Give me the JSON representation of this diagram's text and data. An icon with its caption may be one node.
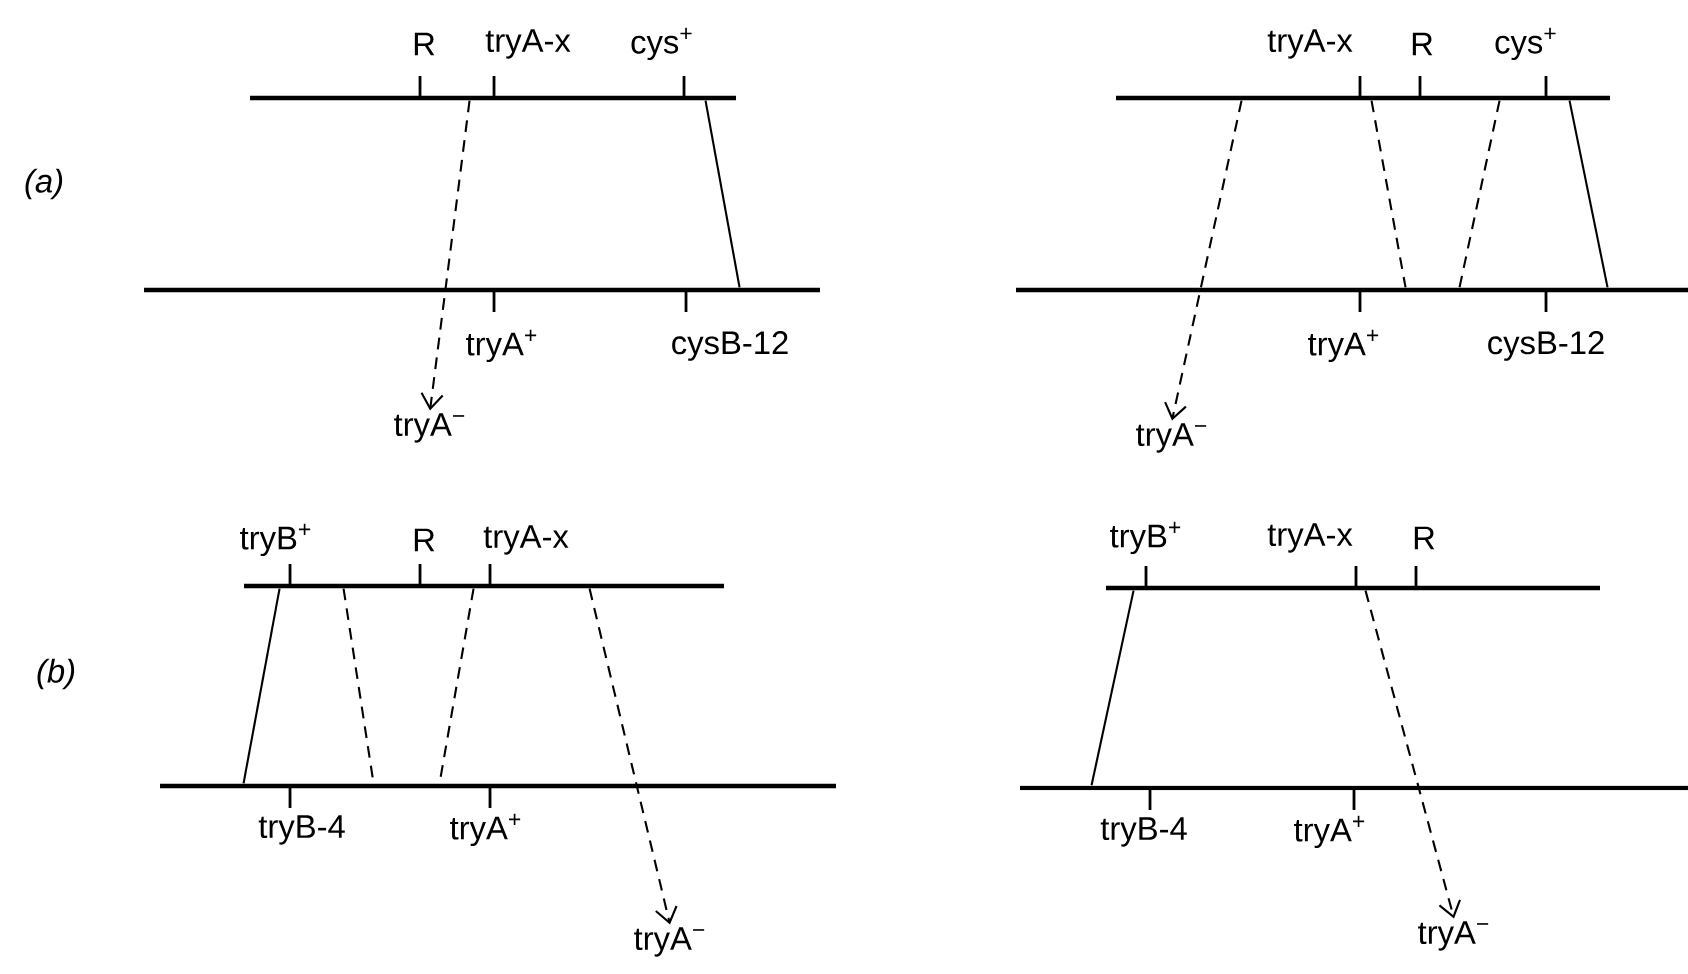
{
  "diagram": {
    "nodes": [
      {
        "text": [],
        "shape": "bar",
        "beside": [
          "R",
          "tryA-x",
          "cys$^{+}$"
        ]
      },
      {
        "text": [],
        "shape": "bar",
        "beside": [
          "tryA$^{+}$",
          "cysB-12"
        ]
      },
      {
        "text": [
          "tryA$^{−}$"
        ]
      },
      {
        "text": [],
        "shape": "bar",
        "beside": [
          "tryA-x",
          "R",
          "cys$^{+}$"
        ]
      },
      {
        "text": [],
        "shape": "bar",
        "beside": [
          "tryA$^{+}$",
          "cysB-12"
        ]
      },
      {
        "text": [
          "tryA$^{−}$"
        ]
      },
      {
        "text": [],
        "shape": "bar",
        "beside": [
          "tryB$^{+}$",
          "R",
          "tryA-x"
        ]
      },
      {
        "text": [],
        "shape": "bar",
        "beside": [
          "tryB-4",
          "tryA$^{+}$"
        ]
      },
      {
        "text": [
          "tryA$^{−}$"
        ]
      },
      {
        "text": [],
        "shape": "bar",
        "beside": [
          "tryB$^{+}$",
          "tryA-x",
          "R"
        ]
      },
      {
        "text": [],
        "shape": "bar",
        "beside": [
          "tryB-4",
          "tryA$^{+}$"
        ]
      },
      {
        "text": [
          "tryA$^{−}$"
        ]
      }
    ],
    "edges": [
      {
        "from": 0,
        "to": 2,
        "arrow": "to",
        "style": "dashed"
      },
      {
        "from": 0,
        "to": 1,
        "arrow": "none"
      },
      {
        "from": 3,
        "to": 5,
        "arrow": "to",
        "style": "dashed"
      },
      {
        "from": 3,
        "to": 4,
        "arrow": "none",
        "style": "dashed"
      },
      {
        "from": 3,
        "to": 4,
        "arrow": "none",
        "style": "dashed"
      },
      {
        "from": 3,
        "to": 4,
        "arrow": "none"
      },
      {
        "from": 6,
        "to": 7,
        "arrow": "none"
      },
      {
        "from": 6,
        "to": 7,
        "arrow": "none",
        "style": "dashed"
      },
      {
        "from": 6,
        "to": 7,
        "arrow": "none",
        "style": "dashed"
      },
      {
        "from": 6,
        "to": 8,
        "arrow": "to",
        "style": "dashed"
      },
      {
        "from": 9,
        "to": 10,
        "arrow": "none"
      },
      {
        "from": 9,
        "to": 11,
        "arrow": "to",
        "style": "dashed"
      }
    ],
    "labels": [
      "(a)",
      "(b)"
    ]
  }
}
